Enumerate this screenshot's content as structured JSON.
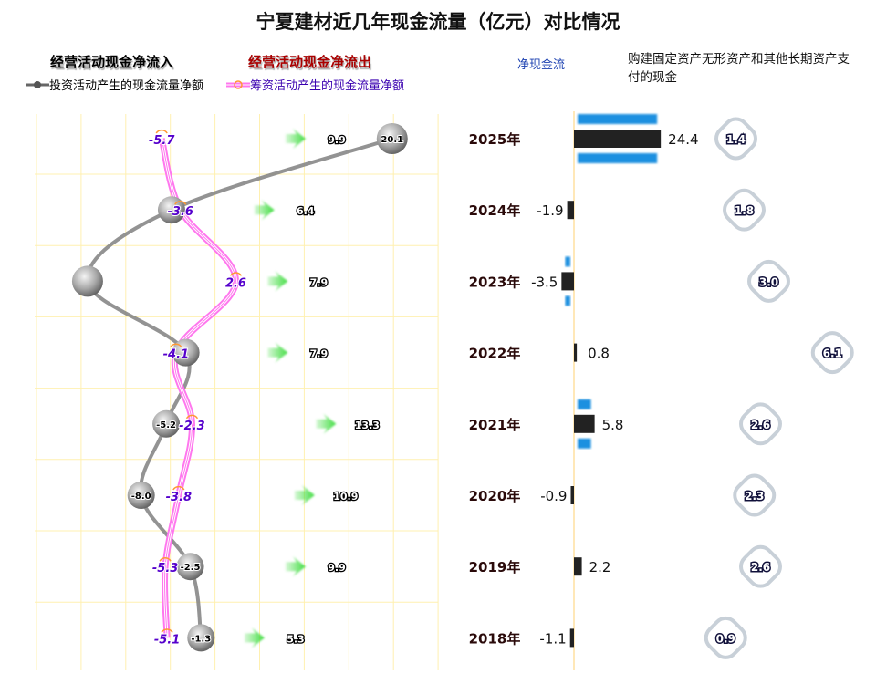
{
  "title": "宁夏建材近几年现金流量（亿元）对比情况",
  "legend": {
    "operating_in": "经营活动现金净流入",
    "operating_out": "经营活动现金净流出",
    "investing": "投资活动产生的现金流量净额",
    "financing": "筹资活动产生的现金流量净额",
    "net": "净现金流",
    "capex": "购建固定资产无形资产和其他长期资产支付的现金"
  },
  "colors": {
    "investing": "#808080",
    "financing": "#ff66ee",
    "financing_label": "#5500cc",
    "operating_arrow": "#44dd44",
    "net_bar": "#222222",
    "net_accent": "#1e90e0",
    "operating_out": "#aa0000",
    "grid": "#fff0b0"
  },
  "chart_data": {
    "type": "combo",
    "categories": [
      "2025年",
      "2024年",
      "2023年",
      "2022年",
      "2021年",
      "2020年",
      "2019年",
      "2018年"
    ],
    "series": [
      {
        "name": "经营活动现金净流入",
        "type": "arrow",
        "values": [
          9.9,
          6.4,
          7.9,
          7.9,
          13.3,
          10.9,
          9.9,
          5.3
        ]
      },
      {
        "name": "投资活动产生的现金流量净额",
        "type": "line",
        "values": [
          20.1,
          -4.6,
          -14.0,
          -3.0,
          -5.2,
          -8.0,
          -2.5,
          -1.3
        ],
        "labels_shown": [
          true,
          false,
          false,
          false,
          true,
          true,
          true,
          true
        ]
      },
      {
        "name": "筹资活动产生的现金流量净额",
        "type": "line",
        "values": [
          -5.7,
          -3.6,
          2.6,
          -4.1,
          -2.3,
          -3.8,
          -5.3,
          -5.1
        ]
      },
      {
        "name": "净现金流",
        "type": "bar",
        "values": [
          24.4,
          -1.9,
          -3.5,
          0.8,
          5.8,
          -0.9,
          2.2,
          -1.1
        ]
      },
      {
        "name": "购建固定资产无形资产和其他长期资产支付的现金",
        "type": "scatter",
        "values": [
          1.4,
          1.8,
          3.0,
          6.1,
          2.6,
          2.3,
          2.6,
          0.9
        ]
      }
    ],
    "grid": true,
    "legend_position": "top"
  }
}
